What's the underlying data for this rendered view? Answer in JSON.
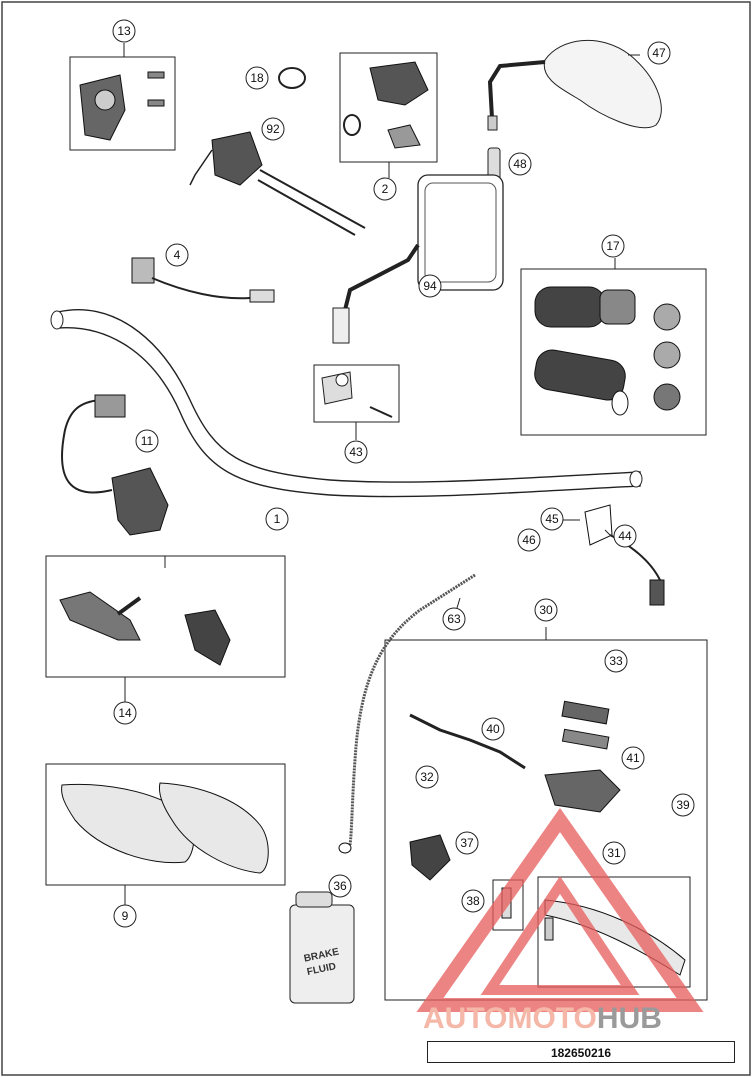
{
  "diagram": {
    "callouts": [
      "13",
      "18",
      "92",
      "2",
      "47",
      "48",
      "4",
      "94",
      "17",
      "11",
      "43",
      "1",
      "45",
      "44",
      "46",
      "63",
      "14",
      "30",
      "33",
      "40",
      "41",
      "32",
      "39",
      "37",
      "31",
      "36",
      "38",
      "9"
    ],
    "labels": {
      "brake_fluid_line1": "BRAKE",
      "brake_fluid_line2": "FLUID"
    },
    "document_code": "182650216"
  },
  "watermark": {
    "part1": "AUTO",
    "part2": "MOTO",
    "part3": "HUB",
    "color_primary": "#f4b7a8",
    "color_secondary": "#9a9a9a",
    "triangle_color": "#e85c5c"
  }
}
